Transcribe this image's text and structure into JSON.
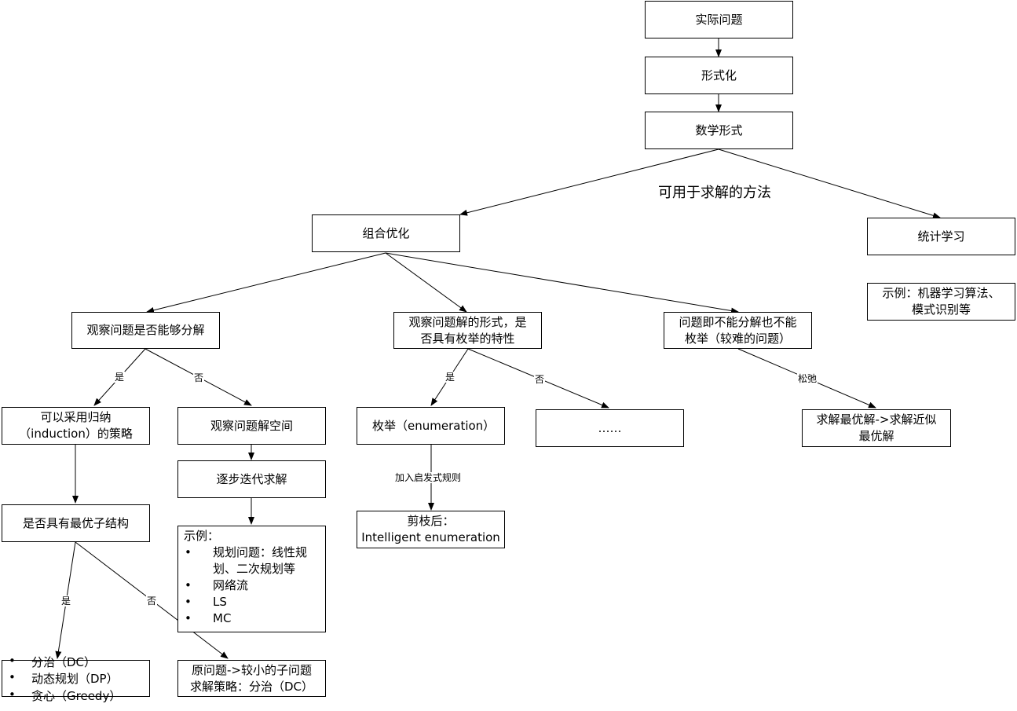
{
  "nodes": {
    "practical_problem": "实际问题",
    "formalization": "形式化",
    "math_form": "数学形式",
    "combinatorial_optimization": "组合优化",
    "statistical_learning": "统计学习",
    "stat_example_line1": "示例：机器学习算法、",
    "stat_example_line2": "模式识别等",
    "decompose_question": "观察问题是否能够分解",
    "enumerate_question_line1": "观察问题解的形式，是",
    "enumerate_question_line2": "否具有枚举的特性",
    "neither_line1": "问题即不能分解也不能",
    "neither_line2": "枚举（较难的问题）",
    "induction_line1": "可以采用归纳",
    "induction_line2": "（induction）的策略",
    "observe_solution_space": "观察问题解空间",
    "enumeration": "枚举（enumeration）",
    "ellipsis": "……",
    "approx_line1": "求解最优解->求解近似",
    "approx_line2": "最优解",
    "iterative_solve": "逐步迭代求解",
    "pruned_line1": "剪枝后：",
    "pruned_line2": "Intelligent enumeration",
    "optimal_substructure": "是否具有最优子结构",
    "dc_subproblem_line1": "原问题->较小的子问题",
    "dc_subproblem_line2": "求解策略：分治（DC）"
  },
  "iter_example": {
    "title": "示例：",
    "item1_line1": "规划问题：线性规",
    "item1_line2": "划、二次规划等",
    "item2": "网络流",
    "item3": "LS",
    "item4": "MC"
  },
  "strategy_list": {
    "item1": "分治（DC）",
    "item2": "动态规划（DP）",
    "item3": "贪心（Greedy）"
  },
  "labels": {
    "methods_title": "可用于求解的方法",
    "yes_decompose": "是",
    "no_decompose": "否",
    "yes_enumerate": "是",
    "no_enumerate": "否",
    "relax": "松弛",
    "heuristic": "加入启发式规则",
    "yes_substructure": "是",
    "no_substructure": "否"
  }
}
